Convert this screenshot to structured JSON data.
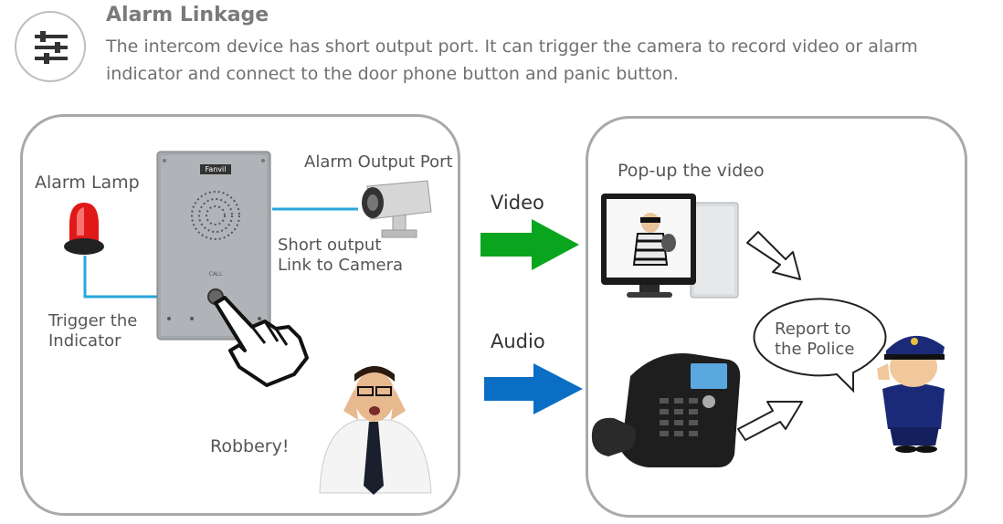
{
  "header": {
    "title": "Alarm Linkage",
    "description": "The intercom device has short output port. It can trigger the camera to record video or alarm indicator and connect to the door phone button and panic button.",
    "icon": "sliders-icon"
  },
  "left_panel": {
    "alarm_lamp": "Alarm Lamp",
    "alarm_output_port": "Alarm Output Port",
    "short_output_line1": "Short output",
    "short_output_line2": "Link to Camera",
    "trigger_line1": "Trigger the",
    "trigger_line2": "Indicator",
    "robbery": "Robbery!",
    "brand": "Fanvil",
    "call_label": "CALL"
  },
  "arrows": {
    "video": "Video",
    "audio": "Audio",
    "video_color": "#0aa51e",
    "audio_color": "#0a6fc4"
  },
  "right_panel": {
    "popup": "Pop-up the video",
    "report_line1": "Report to",
    "report_line2": "the Police"
  },
  "colors": {
    "panel_border": "#a9a9a9",
    "link_line": "#2aa6dc",
    "lamp_red": "#e01818"
  }
}
